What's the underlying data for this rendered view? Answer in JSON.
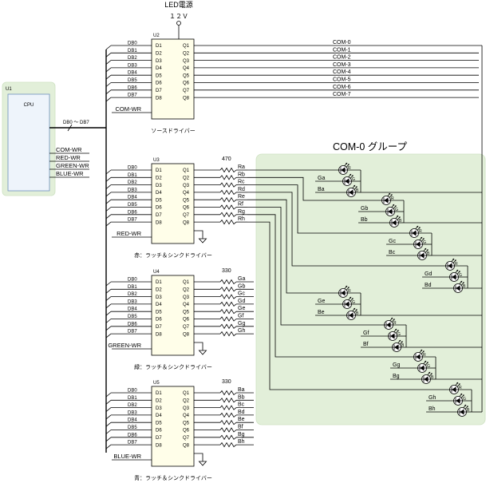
{
  "power": {
    "label": "LED電源",
    "voltage": "１２Ｖ"
  },
  "cpu": {
    "ref": "U1",
    "name": "CPU",
    "bus_label": "DB0 ～ DB7",
    "signals": [
      "COM-WR",
      "RED-WR",
      "GREEN-WR",
      "BLUE-WR"
    ]
  },
  "bus_lines": [
    "DB0",
    "DB1",
    "DB2",
    "DB3",
    "DB4",
    "DB5",
    "DB6",
    "DB7"
  ],
  "pins": {
    "inputs": [
      "D1",
      "D2",
      "D3",
      "D4",
      "D5",
      "D6",
      "D7",
      "D8"
    ],
    "outputs": [
      "Q1",
      "Q2",
      "Q3",
      "Q4",
      "Q5",
      "Q6",
      "Q7",
      "Q8"
    ]
  },
  "chips": [
    {
      "ref": "U2",
      "caption": "ソースドライバー",
      "write_signal": "COM-WR",
      "output_nets": [
        "COM-0",
        "COM-1",
        "COM-2",
        "COM-3",
        "COM-4",
        "COM-5",
        "COM-6",
        "COM-7"
      ]
    },
    {
      "ref": "U3",
      "caption": "赤：ラッチ＆シンクドライバー",
      "write_signal": "RED-WR",
      "resistor": "470",
      "output_nets": [
        "Ra",
        "Rb",
        "Rc",
        "Rd",
        "Re",
        "Rf",
        "Rg",
        "Rh"
      ]
    },
    {
      "ref": "U4",
      "caption": "緑：ラッチ＆シンクドライバー",
      "write_signal": "GREEN-WR",
      "resistor": "330",
      "output_nets": [
        "Ga",
        "Gb",
        "Gc",
        "Gd",
        "Ge",
        "Gf",
        "Gg",
        "Gh"
      ]
    },
    {
      "ref": "U5",
      "caption": "青：ラッチ＆シンクドライバー",
      "write_signal": "BLUE-WR",
      "resistor": "330",
      "output_nets": [
        "Ba",
        "Bb",
        "Bc",
        "Bd",
        "Be",
        "Bf",
        "Bg",
        "Bh"
      ]
    }
  ],
  "group": {
    "title": "COM-0 グループ"
  },
  "led_pin_letters": [
    "R",
    "G",
    "B"
  ],
  "leds": [
    {
      "green_net": "Ga",
      "blue_net": "Ba"
    },
    {
      "green_net": "Gb",
      "blue_net": "Bb"
    },
    {
      "green_net": "Gc",
      "blue_net": "Bc"
    },
    {
      "green_net": "Gd",
      "blue_net": "Bd"
    },
    {
      "green_net": "Ge",
      "blue_net": "Be"
    },
    {
      "green_net": "Gf",
      "blue_net": "Bf"
    },
    {
      "green_net": "Gg",
      "blue_net": "Bg"
    },
    {
      "green_net": "Gh",
      "blue_net": "Bh"
    }
  ],
  "colors": {
    "panel_fill": "#e2efd9",
    "panel_edge": "#cfe2c3",
    "cpu_fill": "#eef4fb",
    "cpu_edge": "#6d8fbf",
    "chip_fill": "#fffee9",
    "wire": "#000000"
  }
}
